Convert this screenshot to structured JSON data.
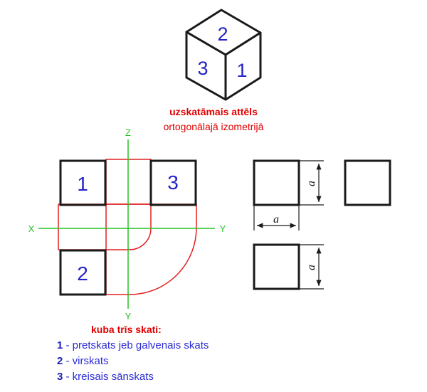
{
  "cube": {
    "faces": {
      "top": "2",
      "left": "3",
      "right": "1"
    }
  },
  "caption": {
    "line1": "uzskatāmais attēls",
    "line2": "ortogonālajā izometrijā"
  },
  "axes": {
    "z_label": "Z",
    "x_label": "X",
    "y_label": "Y",
    "y2_label": "Y"
  },
  "views": {
    "front": "1",
    "left": "3",
    "top": "2"
  },
  "dimensions": {
    "side_label": "a",
    "bottom_label": "a",
    "lower_label": "a"
  },
  "legend": {
    "title": "kuba trīs skati:",
    "items": [
      {
        "num": "1",
        "text": " - pretskats jeb galvenais skats"
      },
      {
        "num": "2",
        "text": " - virskats"
      },
      {
        "num": "3",
        "text": " - kreisais sānskats"
      }
    ]
  },
  "colors": {
    "line": "#1a1a1a",
    "axis": "#27c227",
    "construction": "#e02020",
    "label_blue": "#2323c8",
    "caption_red": "#e00000"
  }
}
